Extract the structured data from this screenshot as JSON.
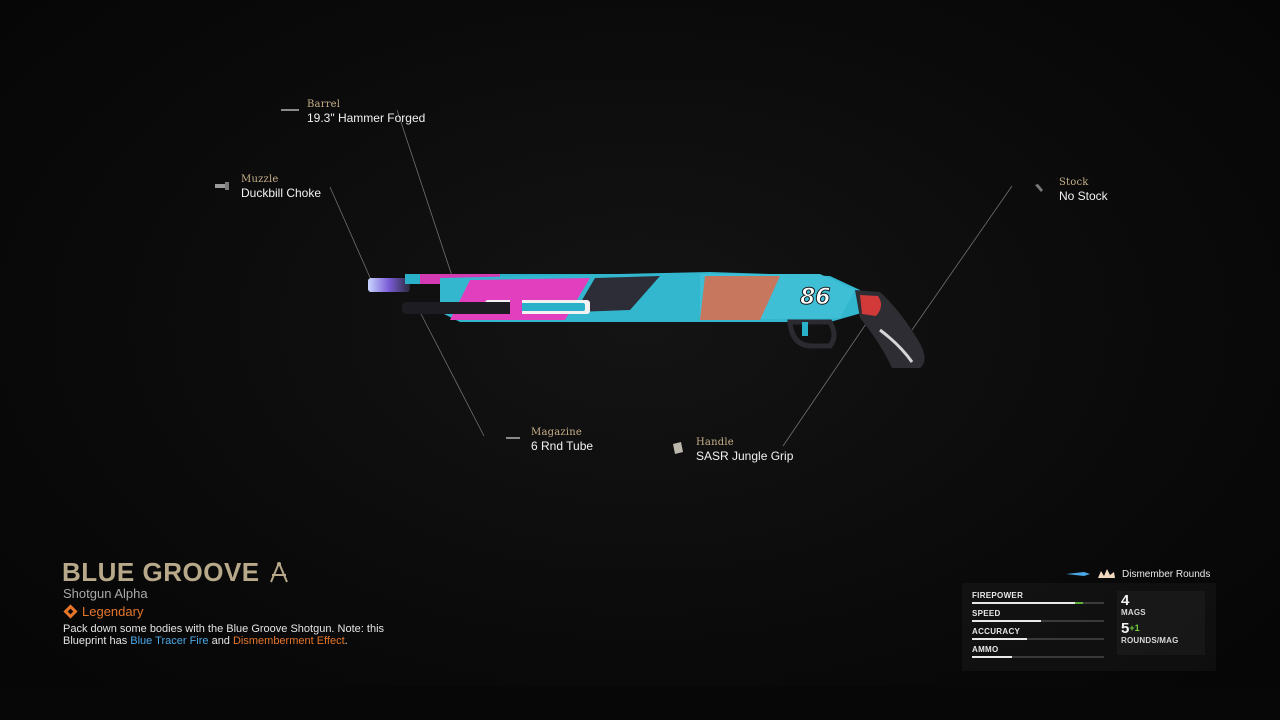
{
  "attachments": [
    {
      "slot": "Barrel",
      "name": "19.3\" Hammer Forged"
    },
    {
      "slot": "Muzzle",
      "name": "Duckbill Choke"
    },
    {
      "slot": "Magazine",
      "name": "6 Rnd Tube"
    },
    {
      "slot": "Handle",
      "name": "SASR Jungle Grip"
    },
    {
      "slot": "Stock",
      "name": "No Stock"
    }
  ],
  "weapon": {
    "title": "BLUE GROOVE",
    "base": "Shotgun Alpha",
    "rarity": "Legendary",
    "decal_number": "86",
    "description": {
      "part1": "Pack down some bodies with the Blue Groove Shotgun. Note: this Blueprint has ",
      "highlight1": "Blue Tracer Fire",
      "part2": " and ",
      "highlight2": "Dismemberment Effect",
      "part3": "."
    }
  },
  "perk": {
    "label": "Dismember Rounds"
  },
  "stats": [
    {
      "label": "FIREPOWER",
      "value": 0.78,
      "bonus": 0.06
    },
    {
      "label": "SPEED",
      "value": 0.52,
      "bonus": 0
    },
    {
      "label": "ACCURACY",
      "value": 0.42,
      "bonus": 0.0
    },
    {
      "label": "AMMO",
      "value": 0.3,
      "bonus": 0.0
    }
  ],
  "ammo": {
    "mags": "4",
    "mags_label": "MAGS",
    "rounds": "5",
    "rounds_bonus": "+1",
    "rounds_label": "ROUNDS/MAG"
  },
  "colors": {
    "accent_gold": "#b8a98a",
    "legendary_orange": "#e6762a",
    "tracer_blue": "#4aa8e6",
    "stat_bonus_green": "#5fae3a"
  }
}
